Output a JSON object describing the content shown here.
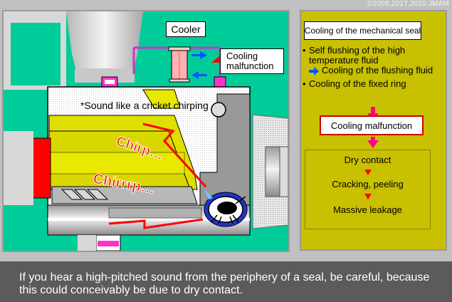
{
  "copyright": "©2008,2017,2020 JMAM",
  "diagram": {
    "cooler_label": "Cooler",
    "cooling_malfunction_label": "Cooling\nmalfunction",
    "sound_note": "*Sound like a cricket chirping",
    "chirp_1": "Chirp…",
    "chirp_2": "Chirrrp…"
  },
  "panel": {
    "title": "Cooling of the mechanical seal",
    "bullet_1": "Self flushing of the high temperature fluid",
    "sub_item": "Cooling of the flushing fluid",
    "bullet_2": "Cooling of the fixed ring",
    "malfunction_box": "Cooling malfunction",
    "stage_1": "Dry contact",
    "stage_2": "Cracking, peeling",
    "stage_3": "Massive leakage"
  },
  "caption": "If you hear a high-pitched sound from the periphery of a seal, be careful, because this could conceivably be due to dry contact.",
  "colors": {
    "coolant_green": "#00cc99",
    "panel_yellow": "#c8c000",
    "caption_gray": "#5b5b5b",
    "chirp_red": "#ff0000",
    "arrow_blue": "#0055ff",
    "arrow_pink": "#ff0088"
  }
}
